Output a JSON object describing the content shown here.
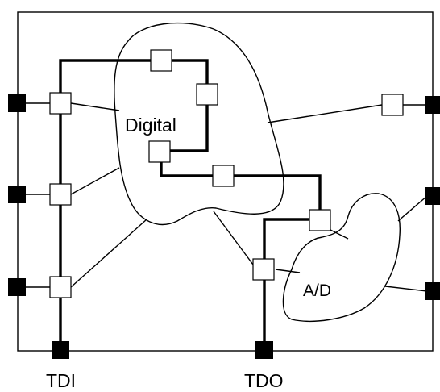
{
  "labels": {
    "digital": "Digital",
    "analog": "A/D",
    "tdi": "TDI",
    "tdo": "TDO"
  },
  "colors": {
    "line": "#000000",
    "pin": "#000000",
    "cell_fill": "#ffffff",
    "background": "#ffffff"
  }
}
